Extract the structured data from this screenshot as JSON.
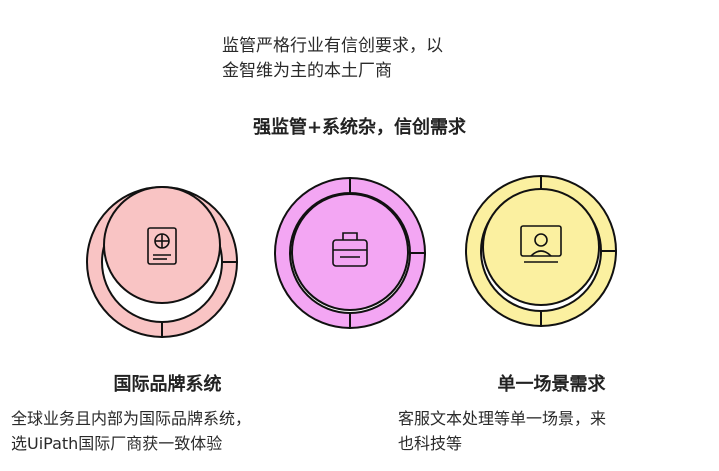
{
  "top": {
    "description_line1": "监管严格行业有信创要求，以",
    "description_line2": "金智维为主的本土厂商",
    "title": "强监管+系统杂，信创需求"
  },
  "left": {
    "title": "国际品牌系统",
    "description_line1": "全球业务且内部为国际品牌系统，",
    "description_line2": "选UiPath国际厂商获一致体验",
    "color": "#f9c4c4",
    "icon": "passport-icon"
  },
  "middle": {
    "color": "#f3a6f3",
    "icon": "briefcase-icon"
  },
  "right": {
    "title": "单一场景需求",
    "description_line1": "客服文本处理等单一场景，来",
    "description_line2": "也科技等",
    "color": "#fbf0a0",
    "icon": "support-agent-icon"
  },
  "stroke_color": "#111111"
}
